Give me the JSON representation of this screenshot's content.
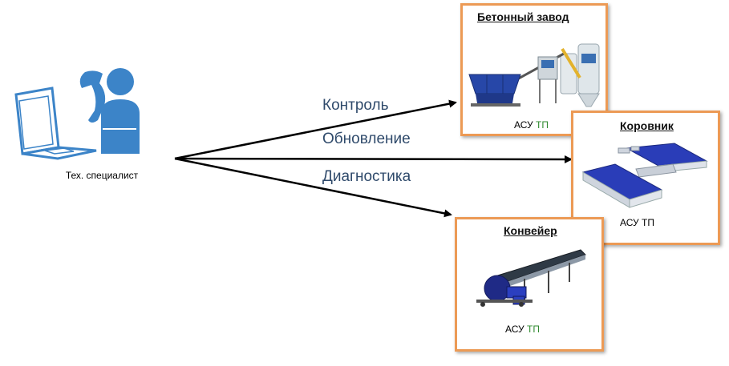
{
  "technician": {
    "label": "Тех. специалист",
    "icons": [
      "laptop-icon",
      "person-icon",
      "wrench-icon"
    ]
  },
  "arrows": [
    {
      "label": "Контроль"
    },
    {
      "label": "Обновление"
    },
    {
      "label": "Диагностика"
    }
  ],
  "facilities": [
    {
      "title": "Бетонный завод",
      "footer_main": "АСУ",
      "footer_tp": "ТП",
      "icon": "concrete-plant-icon"
    },
    {
      "title": "Коровник",
      "footer_main": "АСУ",
      "footer_tp": "ТП",
      "icon": "cowshed-icon"
    },
    {
      "title": "Конвейер",
      "footer_main": "АСУ",
      "footer_tp": "ТП",
      "icon": "conveyor-icon"
    }
  ],
  "colors": {
    "card_border": "#ec9a55",
    "figure_blue": "#3c84c8",
    "label_text": "#2f4a6b",
    "tp_green": "#2f8a2f"
  }
}
